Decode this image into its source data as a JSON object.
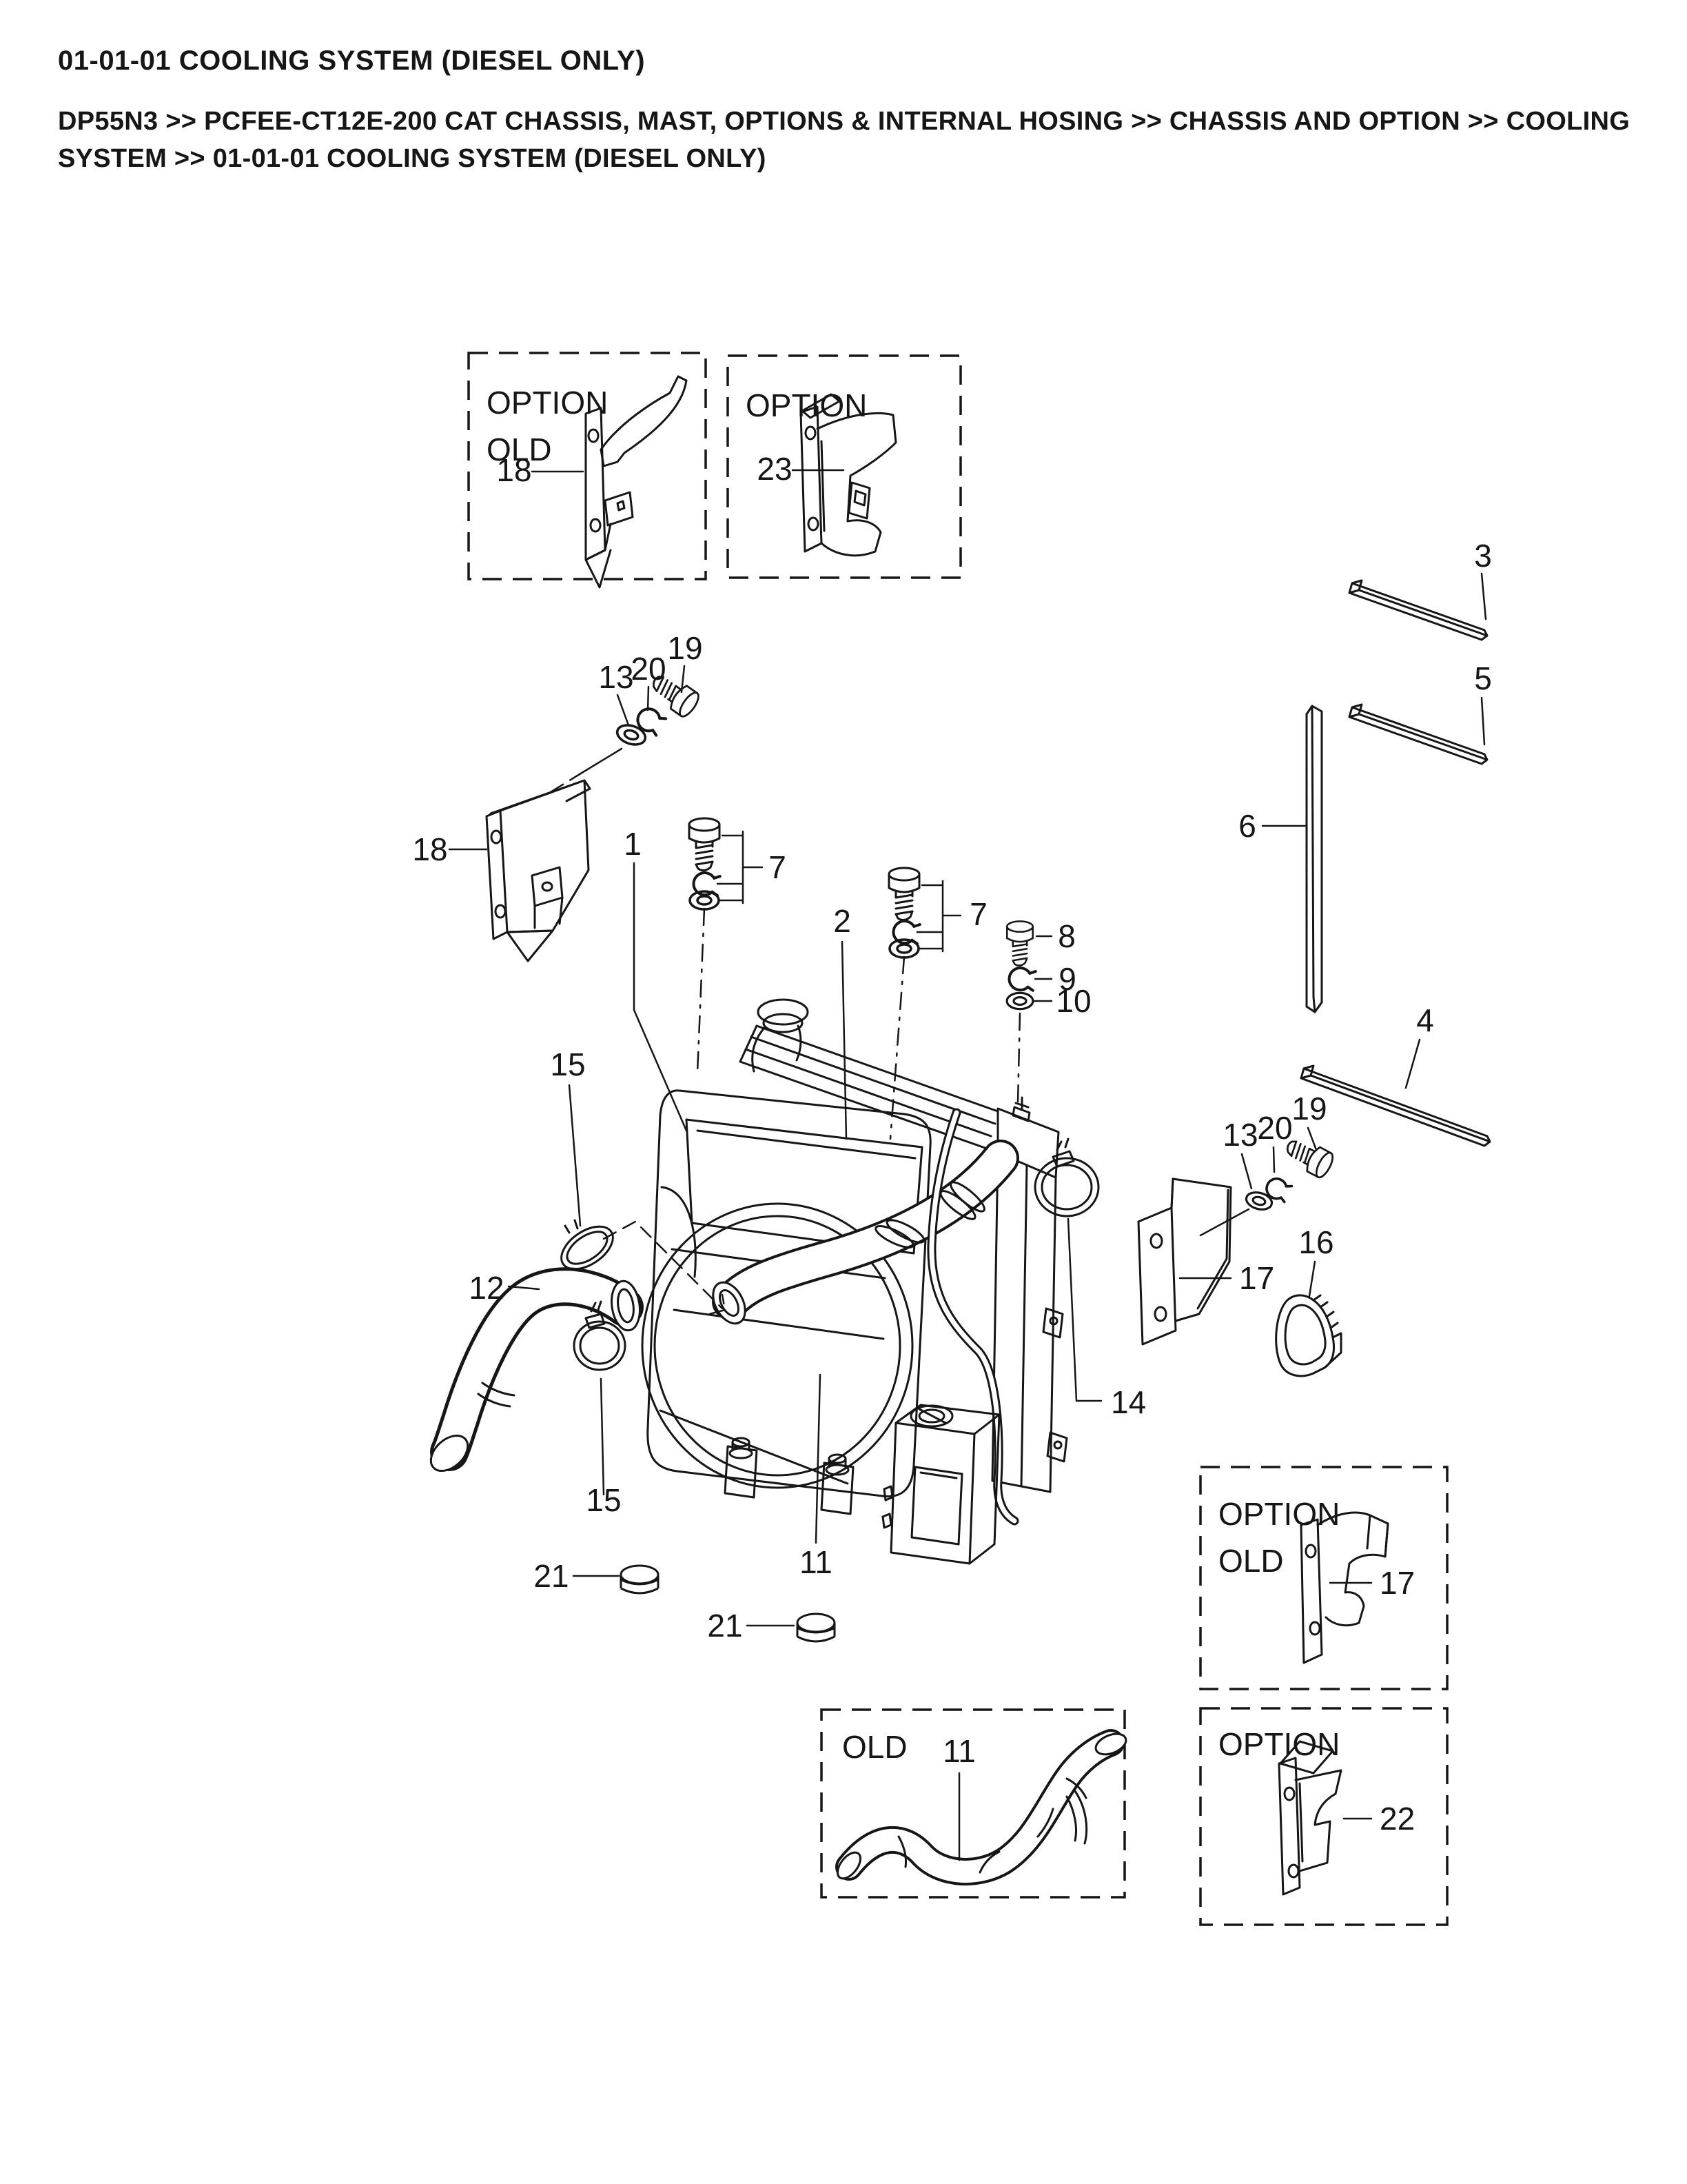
{
  "header": {
    "title": "01-01-01 COOLING SYSTEM (DIESEL ONLY)",
    "breadcrumb": "DP55N3 >> PCFEE-CT12E-200 CAT CHASSIS, MAST, OPTIONS & INTERNAL HOSING >> CHASSIS AND OPTION >> COOLING SYSTEM >> 01-01-01 COOLING SYSTEM (DIESEL ONLY)"
  },
  "option_boxes": {
    "top_left": {
      "l1": "OPTION",
      "l2": "OLD"
    },
    "top_right": {
      "l1": "OPTION"
    },
    "mid_right": {
      "l1": "OPTION",
      "l2": "OLD"
    },
    "bottom_right": {
      "l1": "OPTION"
    },
    "old_hose": {
      "l1": "OLD"
    }
  },
  "callouts": {
    "n1": "1",
    "n2": "2",
    "n3": "3",
    "n4": "4",
    "n5": "5",
    "n6": "6",
    "n7a": "7",
    "n7b": "7",
    "n8": "8",
    "n9": "9",
    "n10": "10",
    "n11": "11",
    "n11_old": "11",
    "n12": "12",
    "n13a": "13",
    "n13b": "13",
    "n14": "14",
    "n15a": "15",
    "n15b": "15",
    "n16": "16",
    "n17": "17",
    "n17_old": "17",
    "n18": "18",
    "n18_option": "18",
    "n19a": "19",
    "n19b": "19",
    "n20a": "20",
    "n20b": "20",
    "n21a": "21",
    "n21b": "21",
    "n22": "22",
    "n23": "23"
  }
}
